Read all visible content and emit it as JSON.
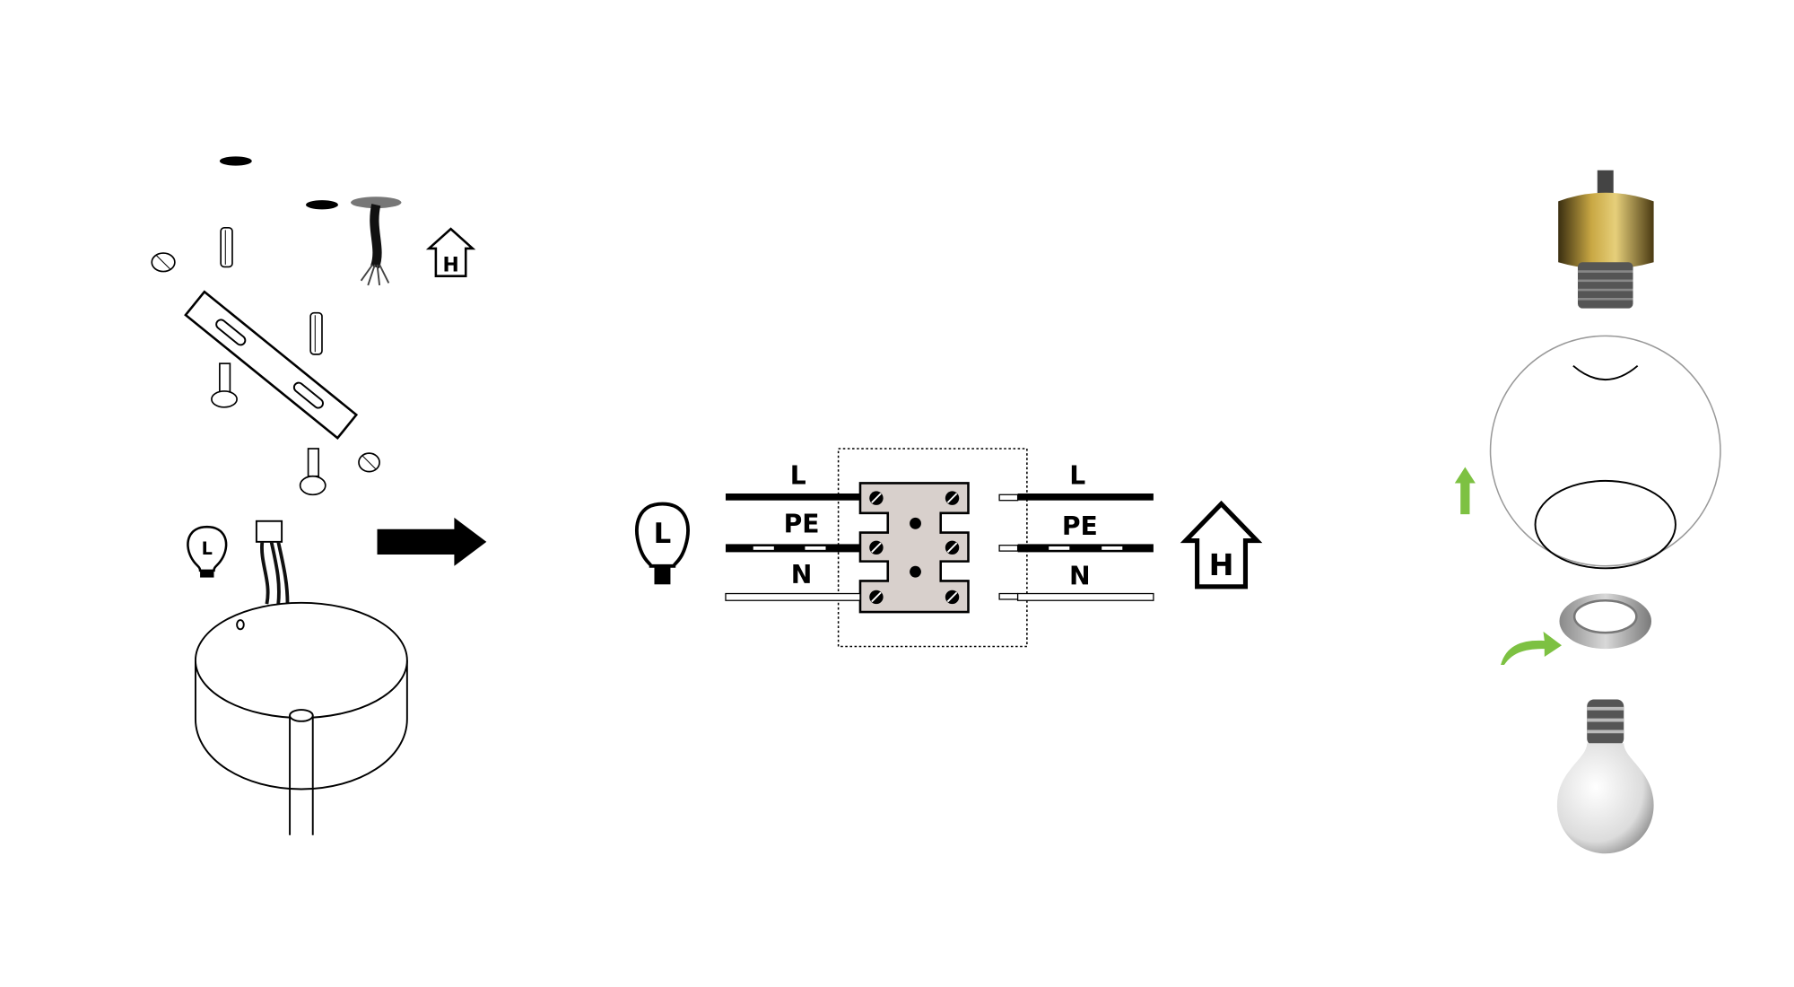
{
  "left_panel": {
    "house_label": "H",
    "lamp_label": "L"
  },
  "wiring": {
    "lamp_label": "L",
    "house_label": "H",
    "left_labels": [
      "L",
      "PE",
      "N"
    ],
    "right_labels": [
      "L",
      "PE",
      "N"
    ]
  },
  "colors": {
    "block": "#d8d0cc",
    "green": "#7dc142",
    "brass": "#a8892c"
  }
}
